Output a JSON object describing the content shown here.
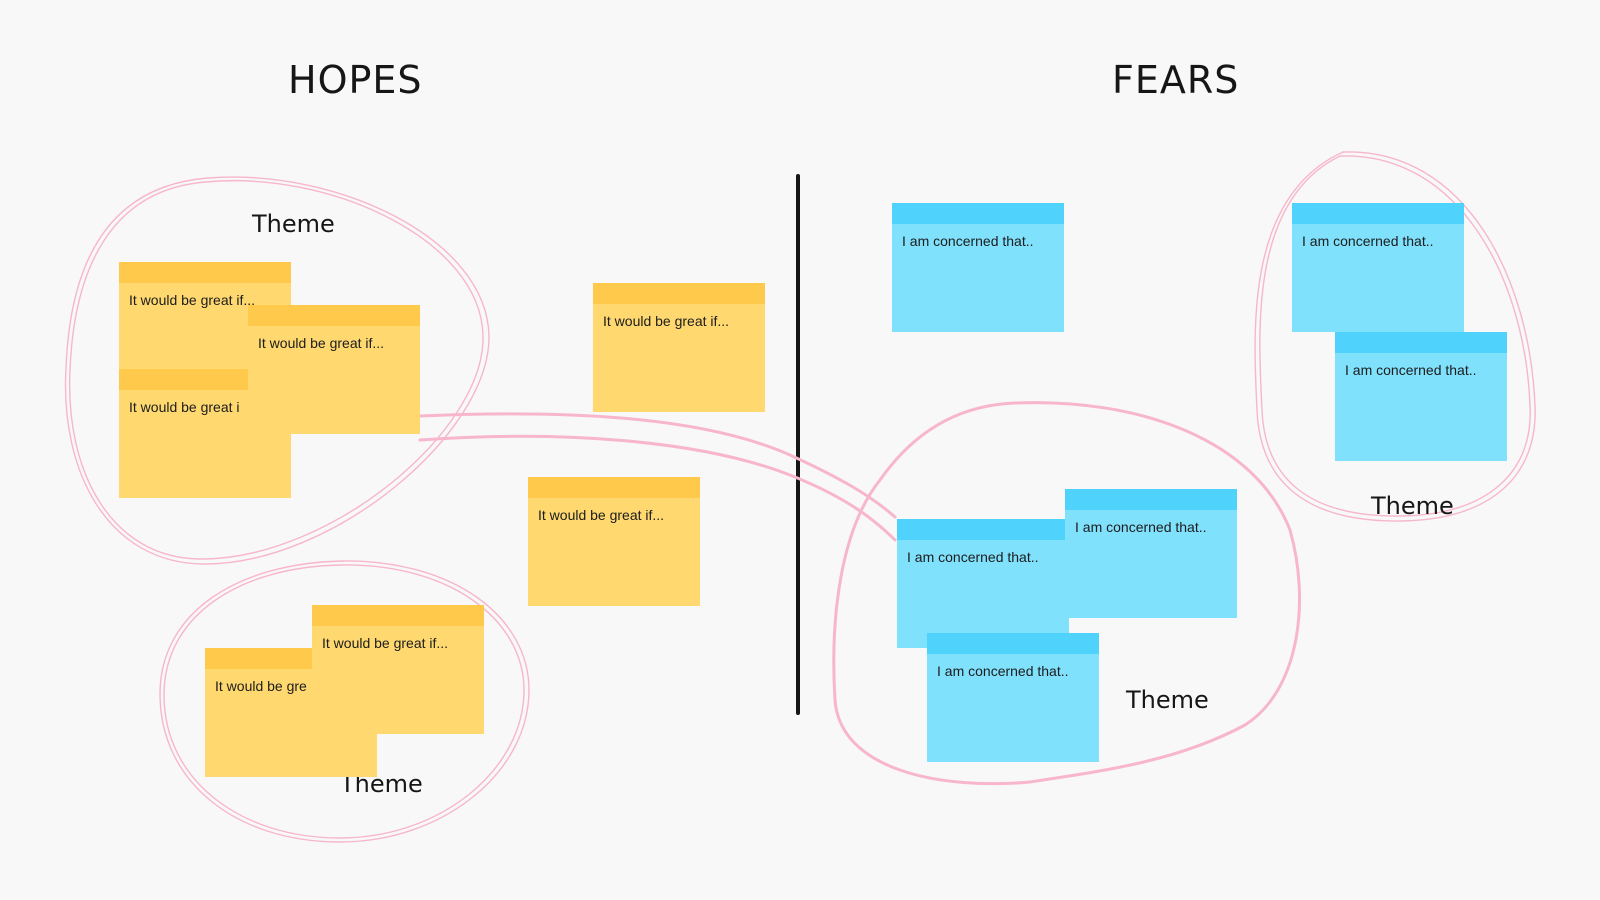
{
  "board": {
    "columns": {
      "hopes": "HOPES",
      "fears": "FEARS"
    },
    "theme_labels": [
      "Theme",
      "Theme",
      "Theme",
      "Theme"
    ],
    "hope_notes": [
      "It would be great if...",
      "It would be great if...",
      "It would be great i",
      "It would be great if...",
      "It would be great if...",
      "It would be gre",
      "It would be great if..."
    ],
    "fear_notes": [
      "I am concerned that..",
      "I am concerned that..",
      "I am concerned that..",
      "I am concerned that..",
      "I am concerned that..",
      "I am concerned that.."
    ],
    "colors": {
      "background": "#f8f8f8",
      "yellow_note": "#ffd970",
      "yellow_header": "#ffc94b",
      "blue_note": "#80e1fd",
      "blue_header": "#4fd3fc",
      "marker_pink": "#f7b6cc",
      "divider": "#161616"
    }
  }
}
